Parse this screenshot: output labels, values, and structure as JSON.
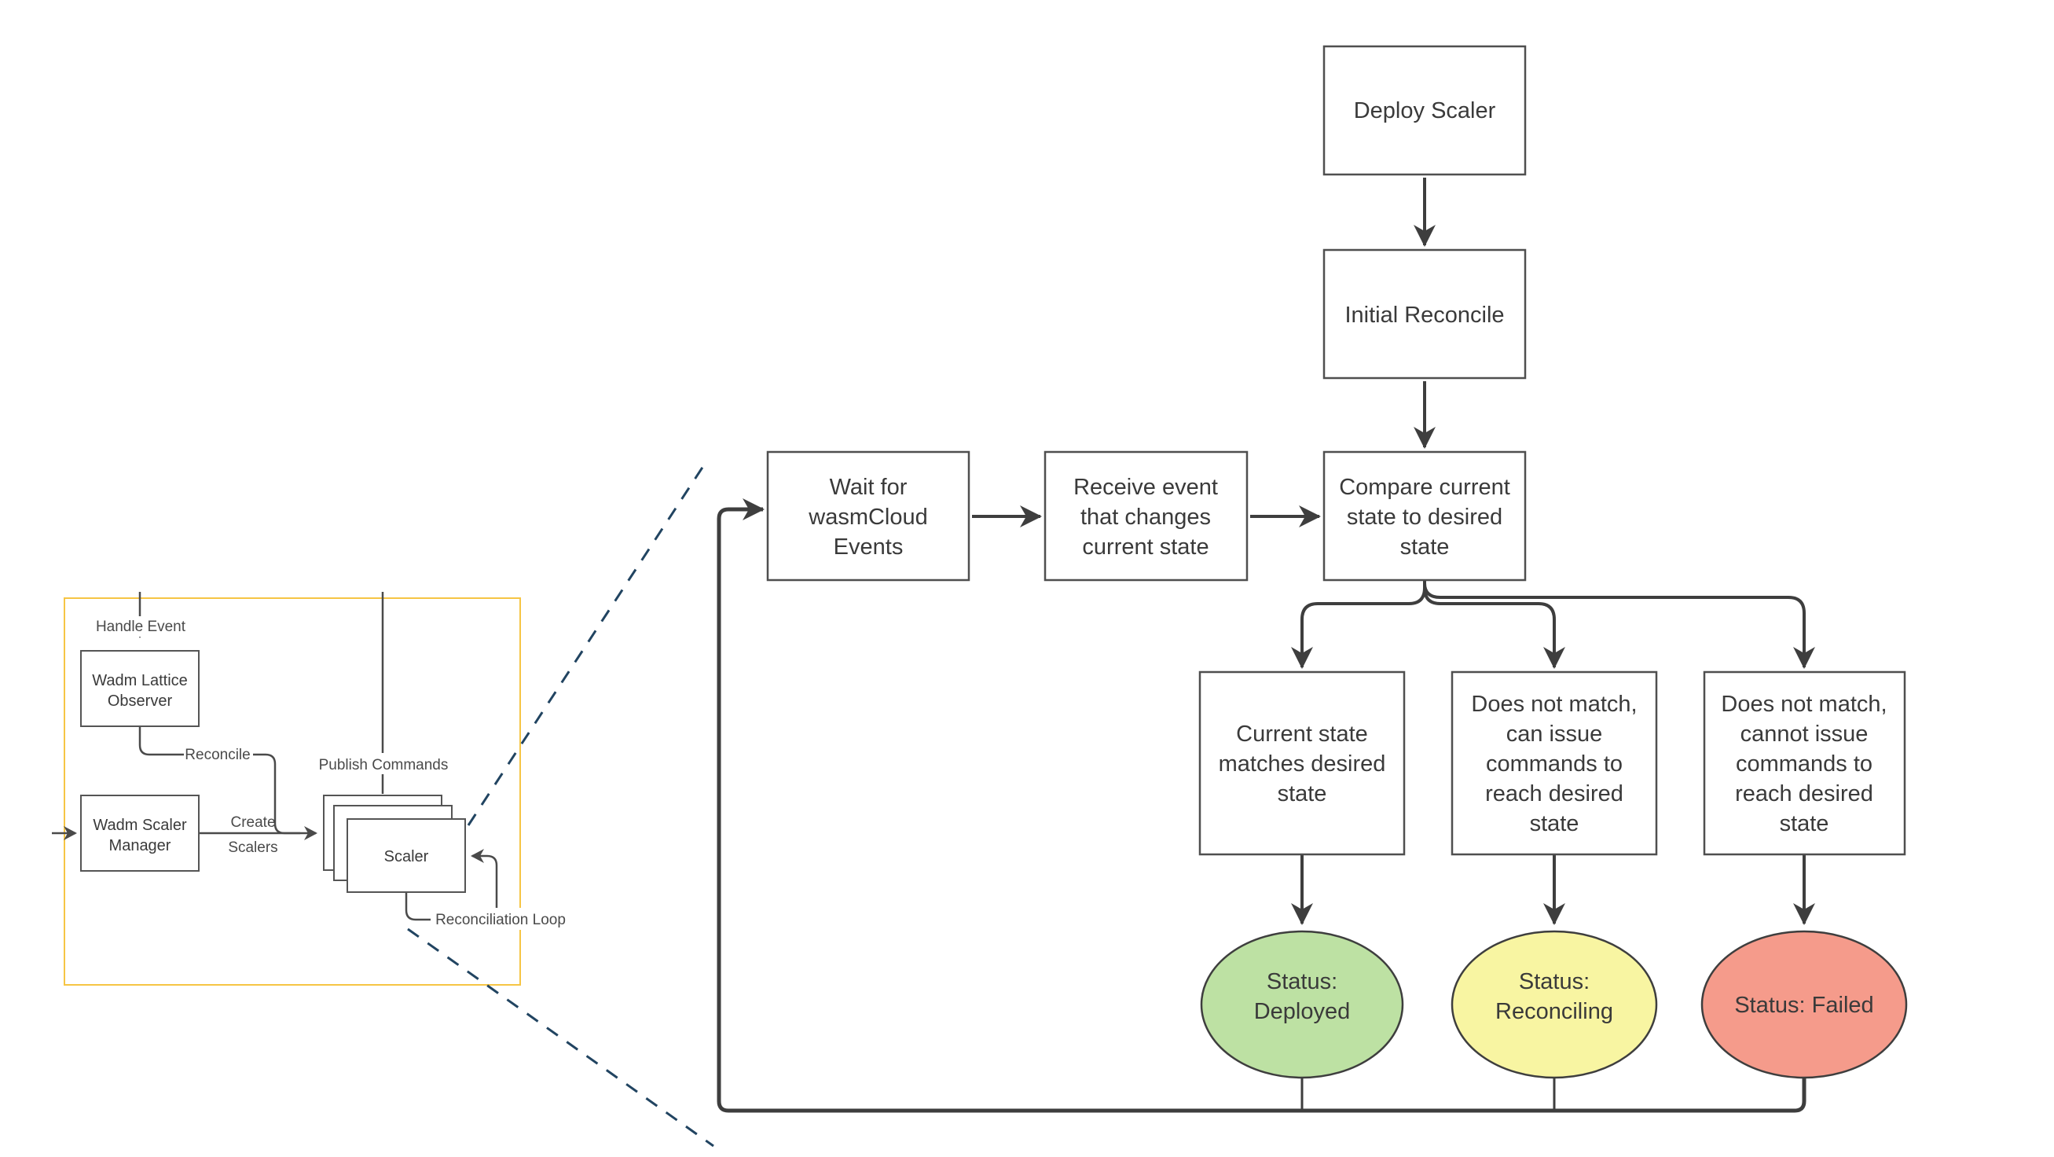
{
  "colors": {
    "background": "#ffffff",
    "line": "#3e3e3e",
    "box_border": "#4f4f4f",
    "text": "#3a3a3a",
    "frame_yellow": "#f6c544",
    "dashed_navy": "#214461",
    "status_deployed_fill": "#bde1a3",
    "status_reconciling_fill": "#f8f5a2",
    "status_failed_fill": "#f59b8b"
  },
  "mini_diagram": {
    "labels": {
      "handle_event": "Handle Event",
      "reconcile": "Reconcile",
      "create": "Create",
      "scalers": "Scalers",
      "publish_commands": "Publish Commands",
      "reconciliation_loop": "Reconciliation Loop"
    },
    "nodes": {
      "observer": {
        "line1": "Wadm Lattice",
        "line2": "Observer"
      },
      "manager": {
        "line1": "Wadm Scaler",
        "line2": "Manager"
      },
      "scaler": {
        "label": "Scaler"
      }
    }
  },
  "flowchart": {
    "nodes": {
      "deploy": {
        "label": "Deploy Scaler"
      },
      "initial": {
        "label": "Initial Reconcile"
      },
      "wait": {
        "line1": "Wait for",
        "line2": "wasmCloud",
        "line3": "Events"
      },
      "receive": {
        "line1": "Receive event",
        "line2": "that changes",
        "line3": "current state"
      },
      "compare": {
        "line1": "Compare current",
        "line2": "state to desired",
        "line3": "state"
      },
      "match": {
        "line1": "Current state",
        "line2": "matches desired",
        "line3": "state"
      },
      "can_issue": {
        "line1": "Does not match,",
        "line2": "can issue",
        "line3": "commands to",
        "line4": "reach desired",
        "line5": "state"
      },
      "cannot_issue": {
        "line1": "Does not match,",
        "line2": "cannot issue",
        "line3": "commands to",
        "line4": "reach desired",
        "line5": "state"
      },
      "status_deployed": {
        "line1": "Status:",
        "line2": "Deployed"
      },
      "status_reconciling": {
        "line1": "Status:",
        "line2": "Reconciling"
      },
      "status_failed": {
        "label": "Status: Failed"
      }
    }
  }
}
